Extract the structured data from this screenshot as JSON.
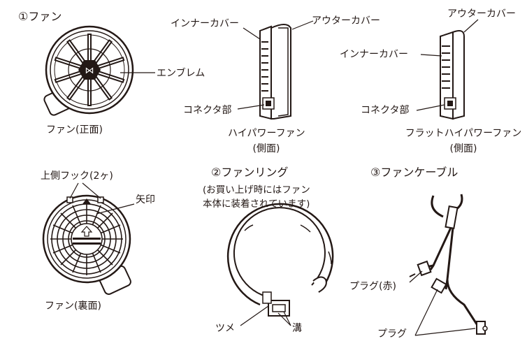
{
  "colors": {
    "ink": "#231815",
    "background": "#ffffff"
  },
  "section1": {
    "title": "①ファン",
    "emblem": "エンブレム",
    "front_caption": "ファン(正面)",
    "back_caption": "ファン(裏面)",
    "hooks": "上側フック(2ヶ)",
    "arrow_mark": "矢印"
  },
  "side_views": {
    "inner_cover": "インナーカバー",
    "outer_cover": "アウターカバー",
    "connector": "コネクタ部",
    "high_power_caption": "ハイパワーファン",
    "high_power_sub": "(側面)",
    "flat_caption": "フラットハイパワーファン",
    "flat_sub": "(側面)"
  },
  "section2": {
    "title": "②ファンリング",
    "note_line1": "(お買い上げ時にはファン",
    "note_line2": "本体に装着されています)",
    "claw": "ツメ",
    "groove": "溝"
  },
  "section3": {
    "title": "③ファンケーブル",
    "plug_red": "プラグ(赤)",
    "plug": "プラグ"
  }
}
